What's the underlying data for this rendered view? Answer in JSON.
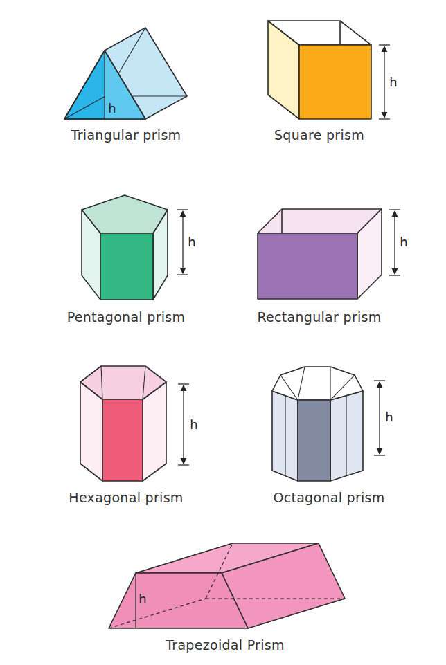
{
  "diagram": {
    "labels": [
      "h",
      "Triangular prism",
      "h",
      "Square prism",
      "h",
      "Pentagonal prism",
      "h",
      "Rectangular prism",
      "h",
      "Hexagonal prism",
      "h",
      "Octagonal prism",
      "h",
      "Trapezoidal Prism"
    ]
  }
}
